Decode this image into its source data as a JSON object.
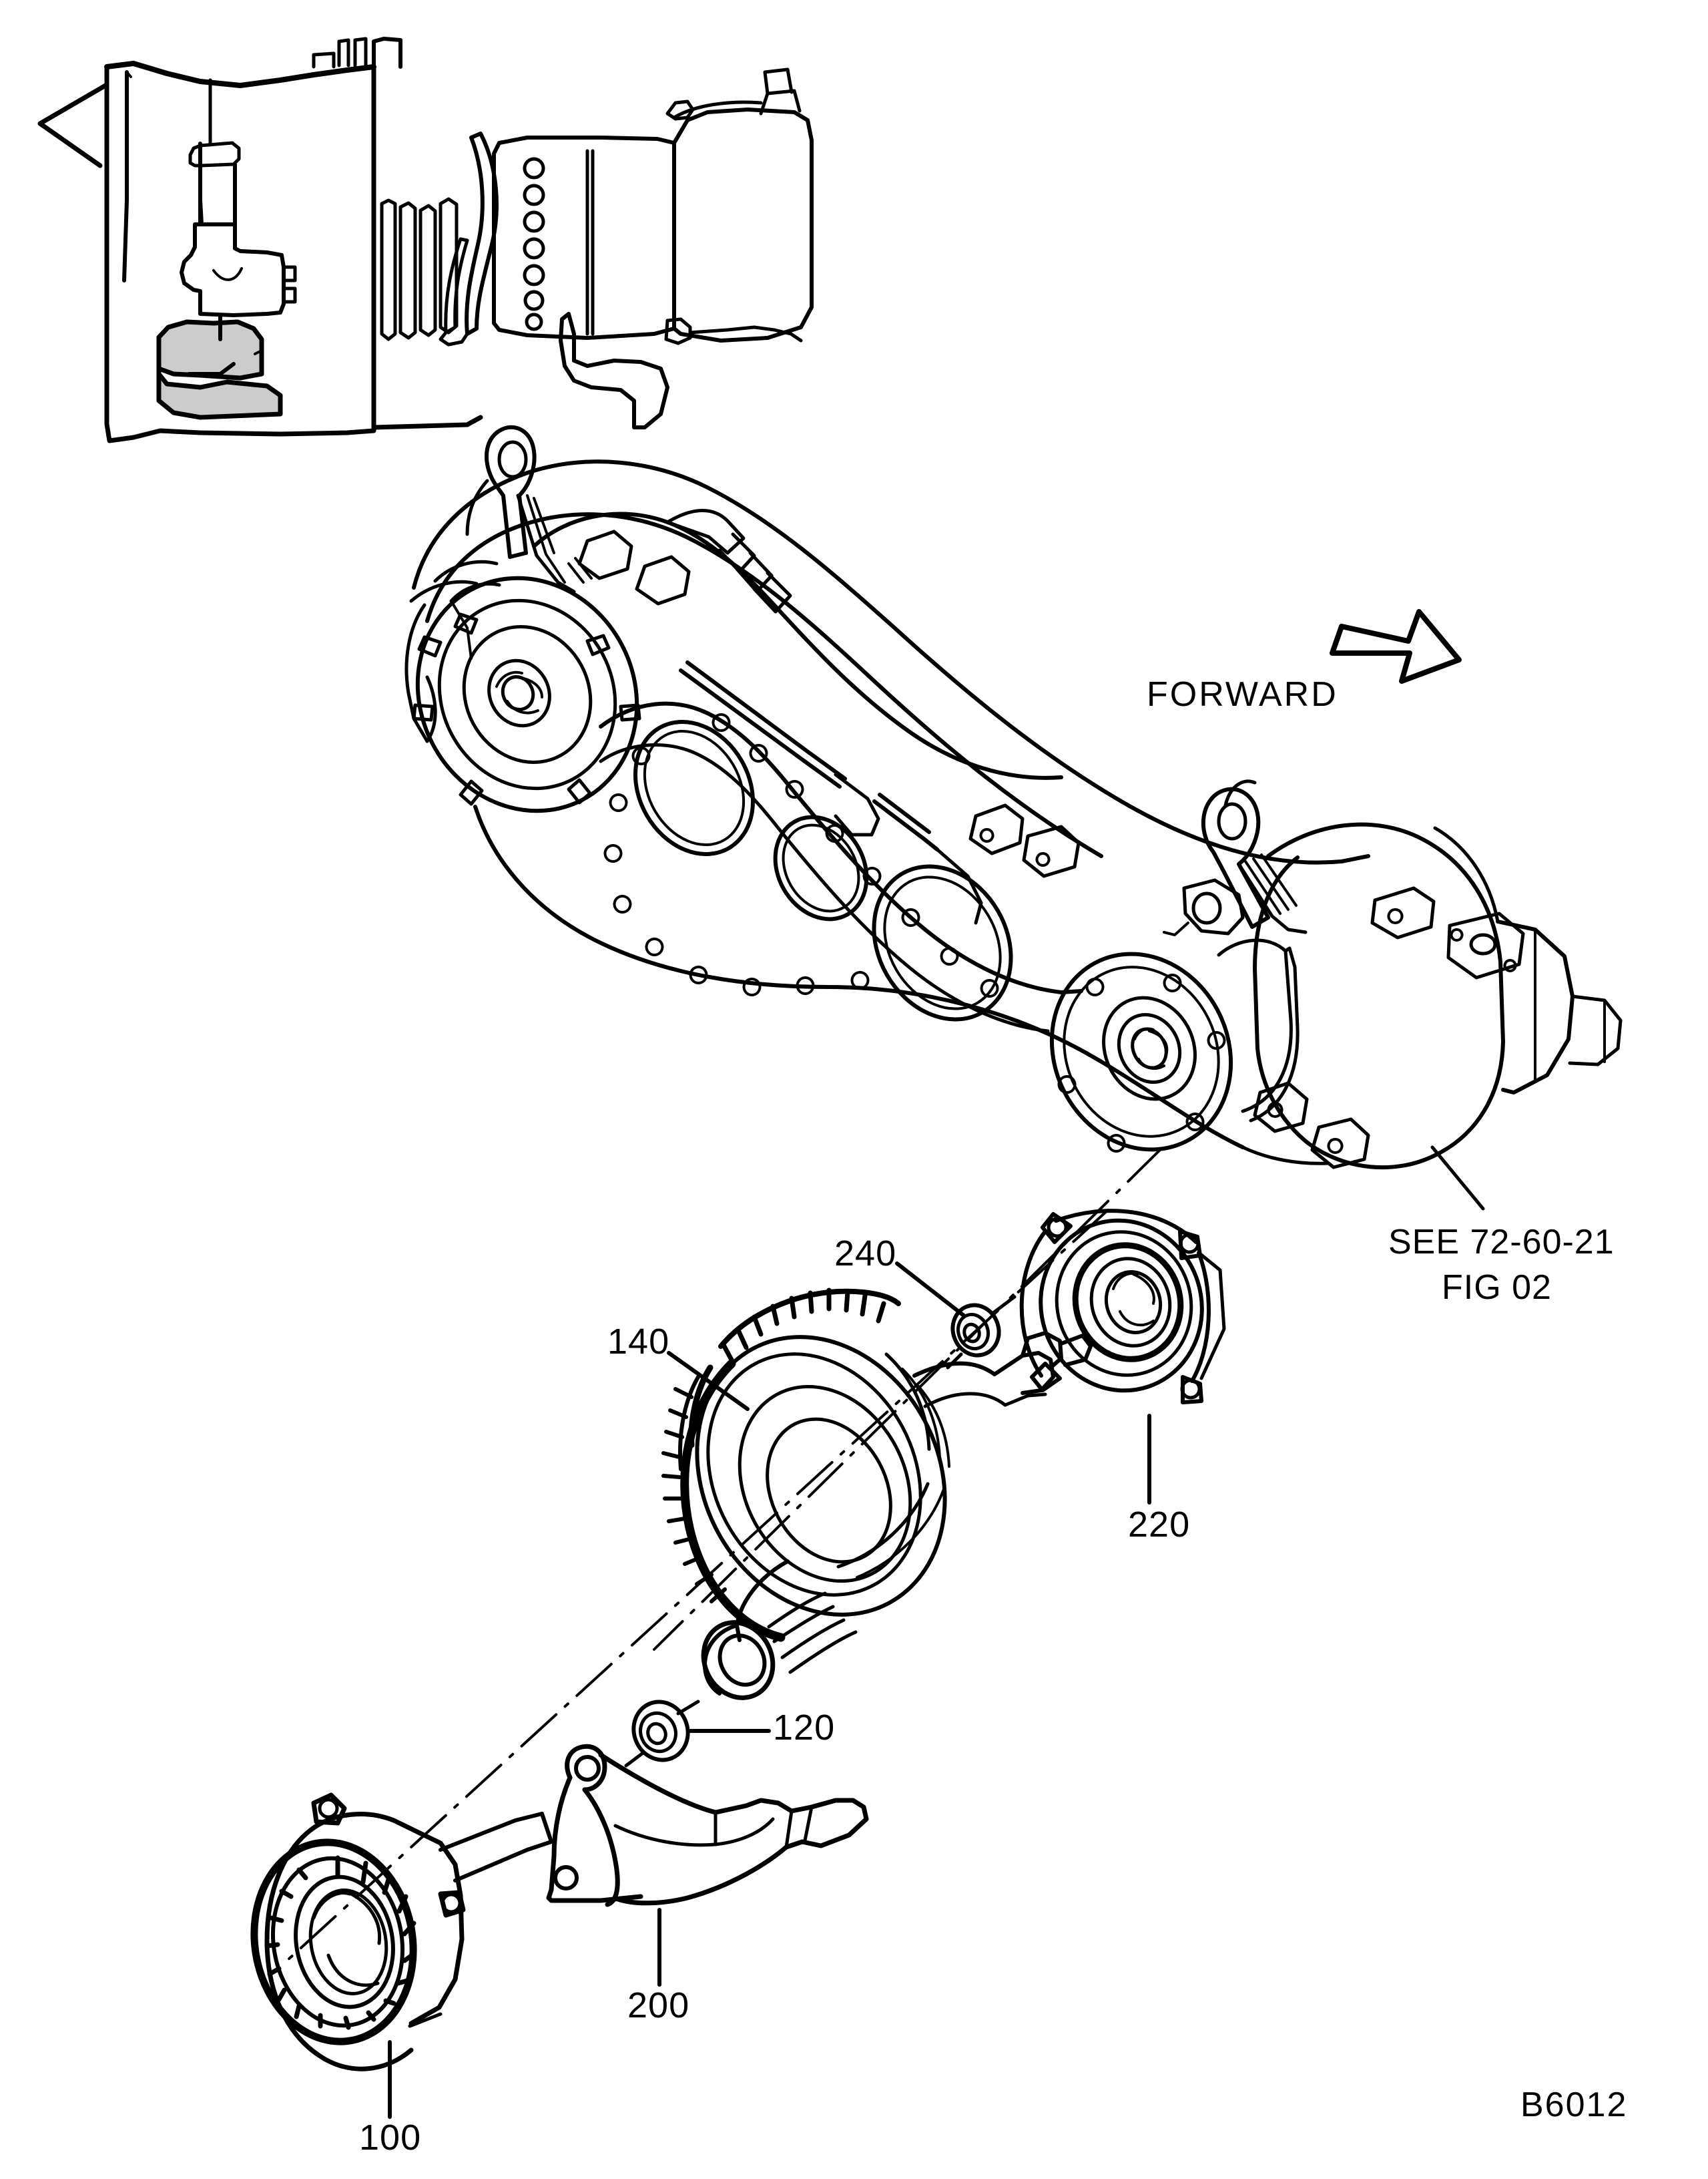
{
  "figure": {
    "kind": "exploded-parts-illustration",
    "domain_note": "aircraft engine accessory gearbox (AGB) illustrated-parts-catalog figure",
    "figure_code": "B6012",
    "orientation_label": "FORWARD",
    "orientation_icon": "forward-arrow-icon",
    "reference_note": {
      "line1": "SEE 72-60-21",
      "line2": "FIG 02"
    },
    "line_color": "#000000",
    "background_color": "#FFFFFF"
  },
  "locator_inset": {
    "name": "engine-locator-inset",
    "description": "engine cross-section showing the location of the gearbox",
    "shaded_region": "stippled-accessory-gearbox-area"
  },
  "assembly": {
    "name": "accessory-gearbox-assembly",
    "description": "curved gearbox housing with mounting pads, cover ports and drive flange"
  },
  "callouts": [
    {
      "id": "240",
      "label": "240",
      "part": "retaining-nut",
      "leader": "diagonal"
    },
    {
      "id": "220",
      "label": "220",
      "part": "bearing-seal-housing",
      "leader": "vertical"
    },
    {
      "id": "140",
      "label": "140",
      "part": "bevel-gear-shaft",
      "leader": "diagonal"
    },
    {
      "id": "120",
      "label": "120",
      "part": "locknut",
      "leader": "horizontal"
    },
    {
      "id": "200",
      "label": "200",
      "part": "oil-scoop-bracket",
      "leader": "vertical"
    },
    {
      "id": "100",
      "label": "100",
      "part": "roller-bearing-housing",
      "leader": "vertical"
    }
  ]
}
